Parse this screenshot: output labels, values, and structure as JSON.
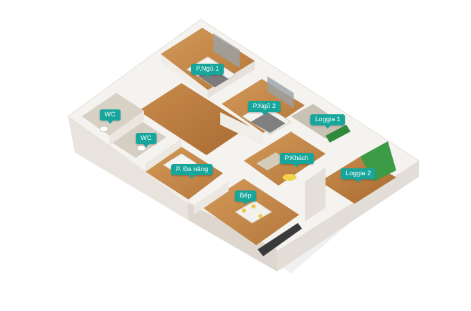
{
  "rooms": [
    {
      "key": "bed1",
      "label": "P.Ngủ 1"
    },
    {
      "key": "bed2",
      "label": "P.Ngủ 2"
    },
    {
      "key": "loggia1",
      "label": "Loggia 1"
    },
    {
      "key": "wc1",
      "label": "WC"
    },
    {
      "key": "wc2",
      "label": "WC"
    },
    {
      "key": "living",
      "label": "P.Khách"
    },
    {
      "key": "multi",
      "label": "P. Đa năng"
    },
    {
      "key": "loggia2",
      "label": "Loggia 2"
    },
    {
      "key": "kitchen",
      "label": "Bếp"
    }
  ],
  "colors": {
    "label_bg": "#17a69b",
    "label_text": "#ffffff",
    "wood_floor": "#c58a4a",
    "tile_floor": "#d9d4c8",
    "wall": "#f3f1ee",
    "grass": "#2f8a3a"
  }
}
